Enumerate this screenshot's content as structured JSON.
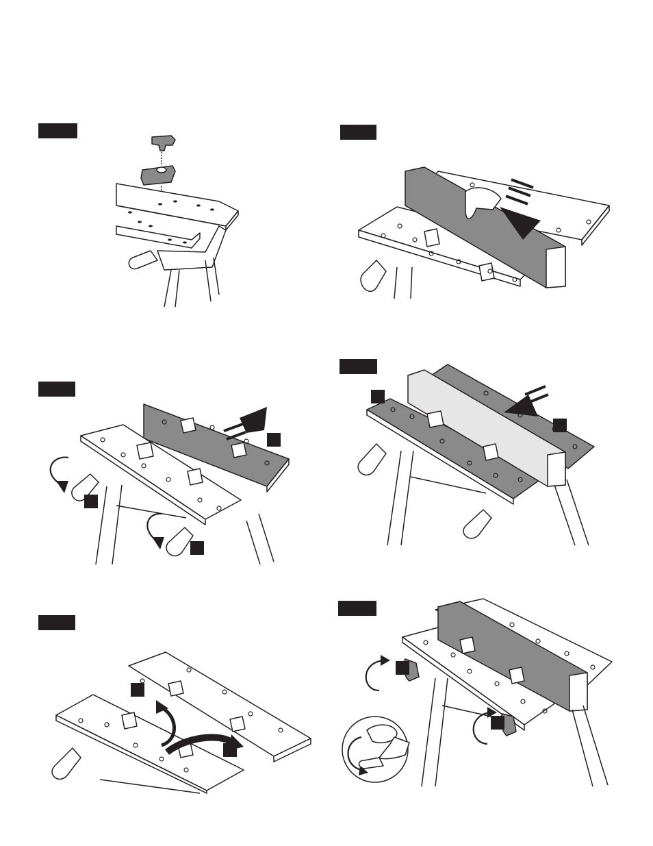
{
  "page": {
    "background": "#ffffff",
    "ink": "#231f20",
    "panel_gray": "#8a8a8a",
    "light_gray": "#e6e6e6"
  },
  "figures": [
    {
      "id": "fig-1",
      "tag_text": "",
      "subject": "clamp-peg-insertion"
    },
    {
      "id": "fig-2",
      "tag_text": "",
      "subject": "press-workpiece-down"
    },
    {
      "id": "fig-3",
      "tag_text": "",
      "subject": "open-vise-jaw"
    },
    {
      "id": "fig-4",
      "tag_text": "",
      "subject": "push-board-between-jaws"
    },
    {
      "id": "fig-5",
      "tag_text": "",
      "subject": "pivot-rear-jaw"
    },
    {
      "id": "fig-6",
      "tag_text": "",
      "subject": "tighten-handles"
    }
  ],
  "callout_labels": {
    "fig3_a": "",
    "fig3_b": "",
    "fig3_c": "",
    "fig4_a": "",
    "fig4_b": "",
    "fig5_a": "",
    "fig5_b": "",
    "fig6_a": "",
    "fig6_b": ""
  }
}
